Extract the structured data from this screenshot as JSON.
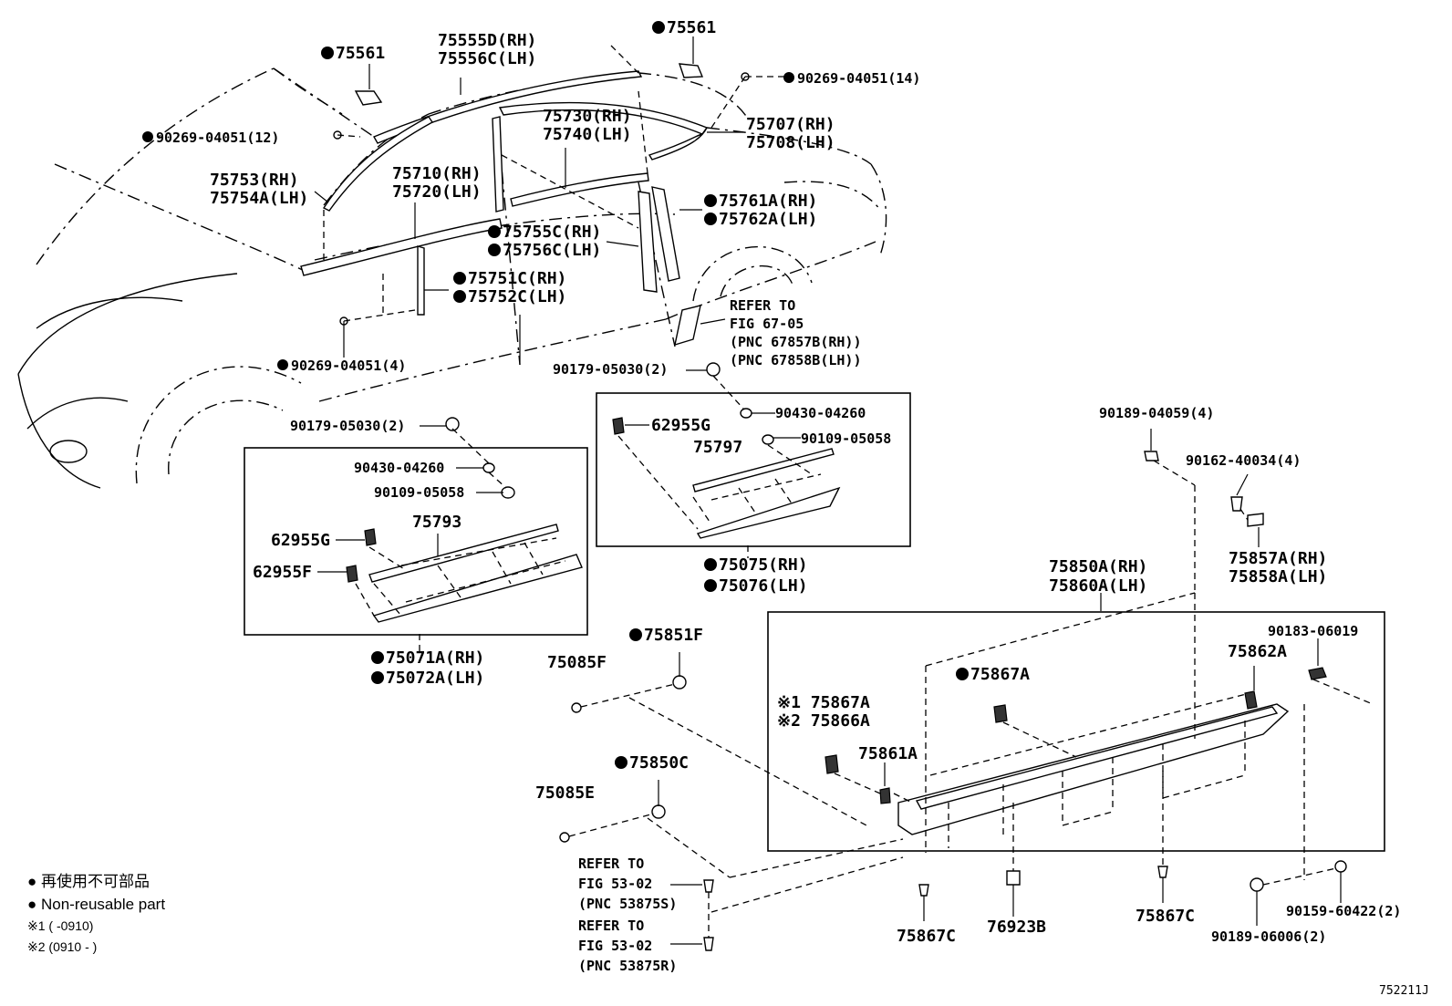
{
  "diagram": {
    "labels": [
      {
        "id": "l1",
        "text": "75561",
        "bullet": true
      },
      {
        "id": "l2a",
        "text": "75555D(RH)"
      },
      {
        "id": "l2b",
        "text": "75556C(LH)"
      },
      {
        "id": "l3",
        "text": "75561",
        "bullet": true
      },
      {
        "id": "l4",
        "text": "90269-04051(14)",
        "bullet": true
      },
      {
        "id": "l5",
        "text": "90269-04051(12)",
        "bullet": true
      },
      {
        "id": "l6a",
        "text": "75730(RH)"
      },
      {
        "id": "l6b",
        "text": "75740(LH)"
      },
      {
        "id": "l7a",
        "text": "75707(RH)"
      },
      {
        "id": "l7b",
        "text": "75708(LH)"
      },
      {
        "id": "l8a",
        "text": "75753(RH)"
      },
      {
        "id": "l8b",
        "text": "75754A(LH)"
      },
      {
        "id": "l9a",
        "text": "75710(RH)"
      },
      {
        "id": "l9b",
        "text": "75720(LH)"
      },
      {
        "id": "l10a",
        "text": "75761A(RH)",
        "bullet": true
      },
      {
        "id": "l10b",
        "text": "75762A(LH)",
        "bullet": true
      },
      {
        "id": "l11a",
        "text": "75755C(RH)",
        "bullet": true
      },
      {
        "id": "l11b",
        "text": "75756C(LH)",
        "bullet": true
      },
      {
        "id": "l12a",
        "text": "75751C(RH)",
        "bullet": true
      },
      {
        "id": "l12b",
        "text": "75752C(LH)",
        "bullet": true
      },
      {
        "id": "l13",
        "text": "90269-04051(4)",
        "bullet": true
      },
      {
        "id": "l14",
        "text": "90179-05030(2)"
      },
      {
        "id": "l15",
        "text": "90430-04260"
      },
      {
        "id": "l16",
        "text": "62955G"
      },
      {
        "id": "l17",
        "text": "90109-05058"
      },
      {
        "id": "l18",
        "text": "75797"
      },
      {
        "id": "l19a",
        "text": "75075(RH)",
        "bullet": true
      },
      {
        "id": "l19b",
        "text": "75076(LH)",
        "bullet": true
      },
      {
        "id": "l20",
        "text": "90179-05030(2)"
      },
      {
        "id": "l21",
        "text": "90430-04260"
      },
      {
        "id": "l22",
        "text": "90109-05058"
      },
      {
        "id": "l23",
        "text": "62955G"
      },
      {
        "id": "l24",
        "text": "75793"
      },
      {
        "id": "l25",
        "text": "62955F"
      },
      {
        "id": "l26a",
        "text": "75071A(RH)",
        "bullet": true
      },
      {
        "id": "l26b",
        "text": "75072A(LH)",
        "bullet": true
      },
      {
        "id": "l27",
        "text": "75851F",
        "bullet": true
      },
      {
        "id": "l28",
        "text": "75085F"
      },
      {
        "id": "l29",
        "text": "75850C",
        "bullet": true
      },
      {
        "id": "l30",
        "text": "75085E"
      },
      {
        "id": "l31",
        "text": "90189-04059(4)"
      },
      {
        "id": "l32",
        "text": "90162-40034(4)"
      },
      {
        "id": "l33a",
        "text": "75857A(RH)"
      },
      {
        "id": "l33b",
        "text": "75858A(LH)"
      },
      {
        "id": "l34a",
        "text": "75850A(RH)"
      },
      {
        "id": "l34b",
        "text": "75860A(LH)"
      },
      {
        "id": "l35",
        "text": "90183-06019"
      },
      {
        "id": "l36",
        "text": "75862A"
      },
      {
        "id": "l37",
        "text": "75867A",
        "bullet": true
      },
      {
        "id": "l38a",
        "text": "※1 75867A"
      },
      {
        "id": "l38b",
        "text": "※2 75866A"
      },
      {
        "id": "l39",
        "text": "75861A"
      },
      {
        "id": "l40",
        "text": "75867C"
      },
      {
        "id": "l41",
        "text": "76923B"
      },
      {
        "id": "l42",
        "text": "75867C"
      },
      {
        "id": "l43",
        "text": "90159-60422(2)"
      },
      {
        "id": "l44",
        "text": "90189-06006(2)"
      }
    ],
    "refs": {
      "ref1": {
        "line1": "REFER TO",
        "line2": "FIG 67-05",
        "line3": "(PNC 67857B(RH))",
        "line4": "(PNC 67858B(LH))"
      },
      "ref2": {
        "line1": "REFER TO",
        "line2": "FIG 53-02",
        "line3": "(PNC 53875S)"
      },
      "ref3": {
        "line1": "REFER TO",
        "line2": "FIG 53-02",
        "line3": "(PNC 53875R)"
      }
    },
    "legend": {
      "jp": "● 再使用不可部品",
      "en": "● Non-reusable part",
      "note1": "※1 (        -0910)",
      "note2": "※2 (0910 -        )"
    },
    "figure_code": "752211J"
  }
}
